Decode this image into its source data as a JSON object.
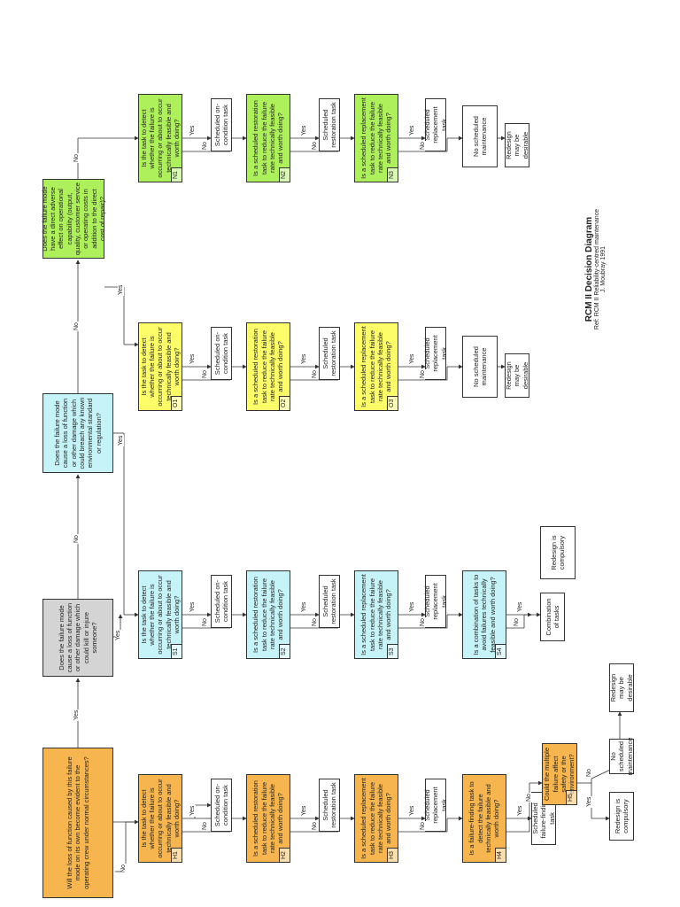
{
  "colors": {
    "orange": "#f6b54e",
    "grey": "#d4d4d4",
    "cyan": "#c5f3f8",
    "yellow": "#fdfd6a",
    "green": "#aef05b"
  },
  "labels": {
    "yes": "Yes",
    "no": "No"
  },
  "title": {
    "main": "RCM II Decision Diagram",
    "ref": "Ref: RCM II Reliability-centred maintenance",
    "author": "J. Moubray 1991"
  },
  "boxes": {
    "h_root": "Will the loss of function caused by this failure mode on its own become evident to the operating crew under normal circumstances?",
    "s_root": "Does the failure mode cause a loss of function or other damage which could kill or injure someone?",
    "e_root": "Does the failure mode cause a loss of function or other damage which could breach any known environmental standard or regulation?",
    "o_root": "Does the failure mode have a direct adverse effect on operational capability (output, quality, customer service or operating costs in addition to the direct cost of repair)?",
    "h1": {
      "code": "H1",
      "text": "Is the task to detect whether the failure is occurring or about to occur technically feasible and worth doing?"
    },
    "h2": {
      "code": "H2",
      "text": "Is a scheduled restoration task to reduce the failure rate technically feasible and worth doing?"
    },
    "h3": {
      "code": "H3",
      "text": "Is a scheduled replacement task to reduce the failure rate technically feasible and worth doing?"
    },
    "h4": {
      "code": "H4",
      "text": "Is a failure-finding task to detect the failure technically feasible and worth doing?"
    },
    "h5": {
      "code": "H5",
      "text": "Could the multiple failure affect safety or the environment?"
    },
    "s1": {
      "code": "S1",
      "text": "Is the task to detect whether the failure is occurring or about to occur technically feasible and worth doing?"
    },
    "s2": {
      "code": "S2",
      "text": "Is a scheduled restoration task to reduce the failure rate technically feasible and worth doing?"
    },
    "s3": {
      "code": "S3",
      "text": "Is a scheduled replacement task to reduce the failure rate technically feasible and worth doing?"
    },
    "s4": {
      "code": "S4",
      "text": "Is a combination of tasks to avoid failures technically feasible and worth doing?"
    },
    "o1": {
      "code": "O1",
      "text": "Is the task to detect whether the failure is occurring or about to occur technically feasible and worth doing?"
    },
    "o2": {
      "code": "O2",
      "text": "Is a scheduled restoration task to reduce the failure rate technically feasible and worth doing?"
    },
    "o3": {
      "code": "O3",
      "text": "Is a scheduled replacement task to reduce the failure rate technically feasible and worth doing?"
    },
    "n1": {
      "code": "N1",
      "text": "Is the task to detect whether the failure is occurring or about to occur technically feasible and worth doing?"
    },
    "n2": {
      "code": "N2",
      "text": "Is a scheduled restoration task to reduce the failure rate technically feasible and worth doing?"
    },
    "n3": {
      "code": "N3",
      "text": "Is a scheduled replacement task to reduce the failure rate technically feasible and worth doing?"
    },
    "h_out_oc": "Scheduled on-condition task",
    "h_out_rest": "Scheduled restoration task",
    "h_out_repl": "Scheduled replacement task",
    "h_out_ff": "Scheduled failure-finding task",
    "h_out_redes": "Redesign is compulsory",
    "h_out_nosched": "No scheduled maintenance",
    "h_out_maybe": "Redesign may be desirable",
    "s_out_oc": "Scheduled on-condition task",
    "s_out_rest": "Scheduled restoration task",
    "s_out_repl": "Scheduled replacement task",
    "s_out_combo": "Combination of tasks",
    "s_out_redes": "Redesign is compulsory",
    "o_out_oc": "Scheduled on-condition task",
    "o_out_rest": "Scheduled restoration task",
    "o_out_repl": "Scheduled replacement task",
    "o_out_nosched": "No scheduled maintenance",
    "o_out_maybe": "Redesign may be desirable",
    "n_out_oc": "Scheduled on-condition task",
    "n_out_rest": "Scheduled restoration task",
    "n_out_repl": "Scheduled replacement task",
    "n_out_nosched": "No scheduled maintenance",
    "n_out_maybe": "Redesign may be desirable"
  }
}
